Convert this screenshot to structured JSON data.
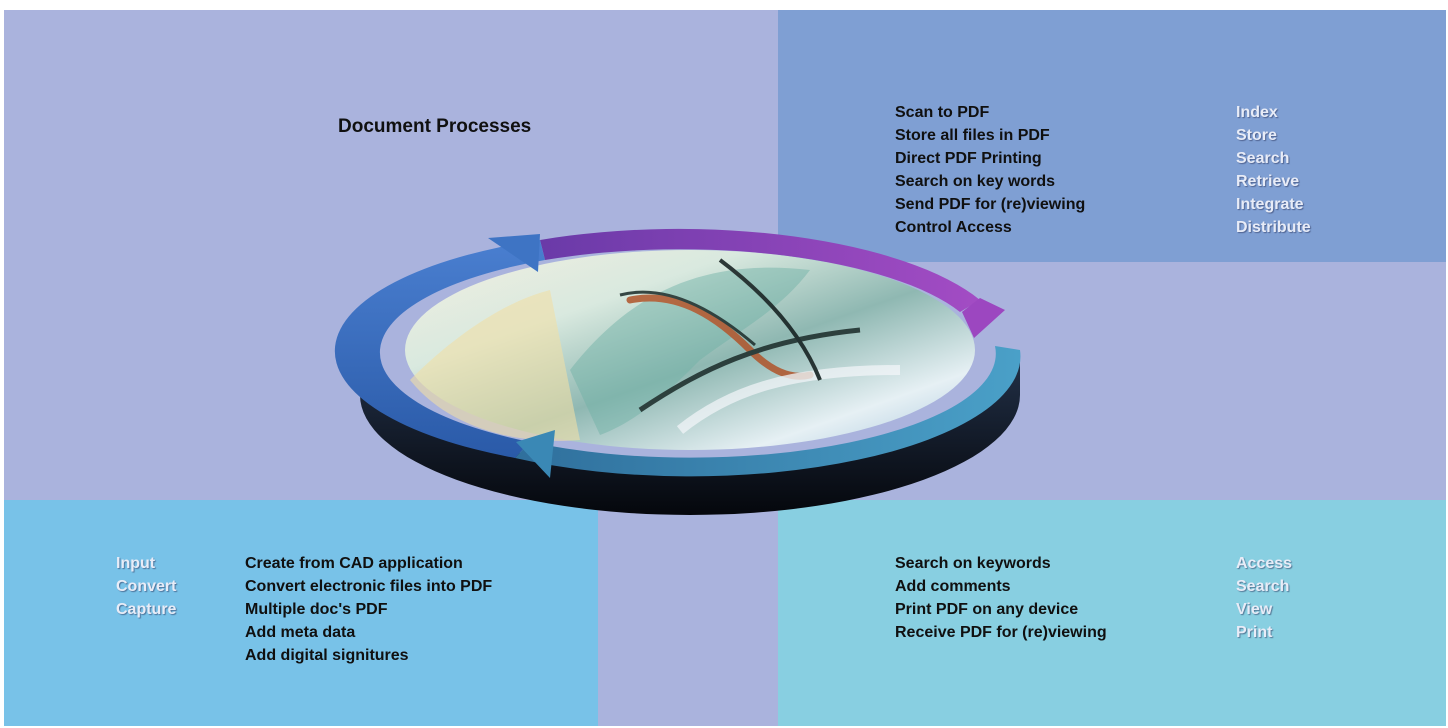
{
  "title": "Document Processes",
  "quadrants": {
    "top_right": {
      "actions": [
        "Scan to PDF",
        "Store all files in PDF",
        "Direct PDF Printing",
        "Search on key words",
        "Send PDF for (re)viewing",
        "Control Access"
      ],
      "verbs": [
        "Index",
        "Store",
        "Search",
        "Retrieve",
        "Integrate",
        "Distribute"
      ]
    },
    "bottom_left": {
      "verbs": [
        "Input",
        "Convert",
        "Capture"
      ],
      "actions": [
        "Create from CAD application",
        "Convert electronic files into PDF",
        "Multiple doc's PDF",
        "Add meta data",
        "Add digital signitures"
      ]
    },
    "bottom_right": {
      "actions": [
        "Search on keywords",
        "Add comments",
        "Print PDF on any device",
        "Receive PDF for (re)viewing"
      ],
      "verbs": [
        "Access",
        "Search",
        "View",
        "Print"
      ]
    }
  },
  "colors": {
    "lavender": "#aab3dd",
    "periwinkle": "#7f9fd3",
    "sky_blue": "#78c2e8",
    "teal": "#88cfe1",
    "arrow_purple": "#8a3fb5",
    "arrow_blue": "#3a6fc0",
    "arrow_teal": "#3a8fb8"
  }
}
